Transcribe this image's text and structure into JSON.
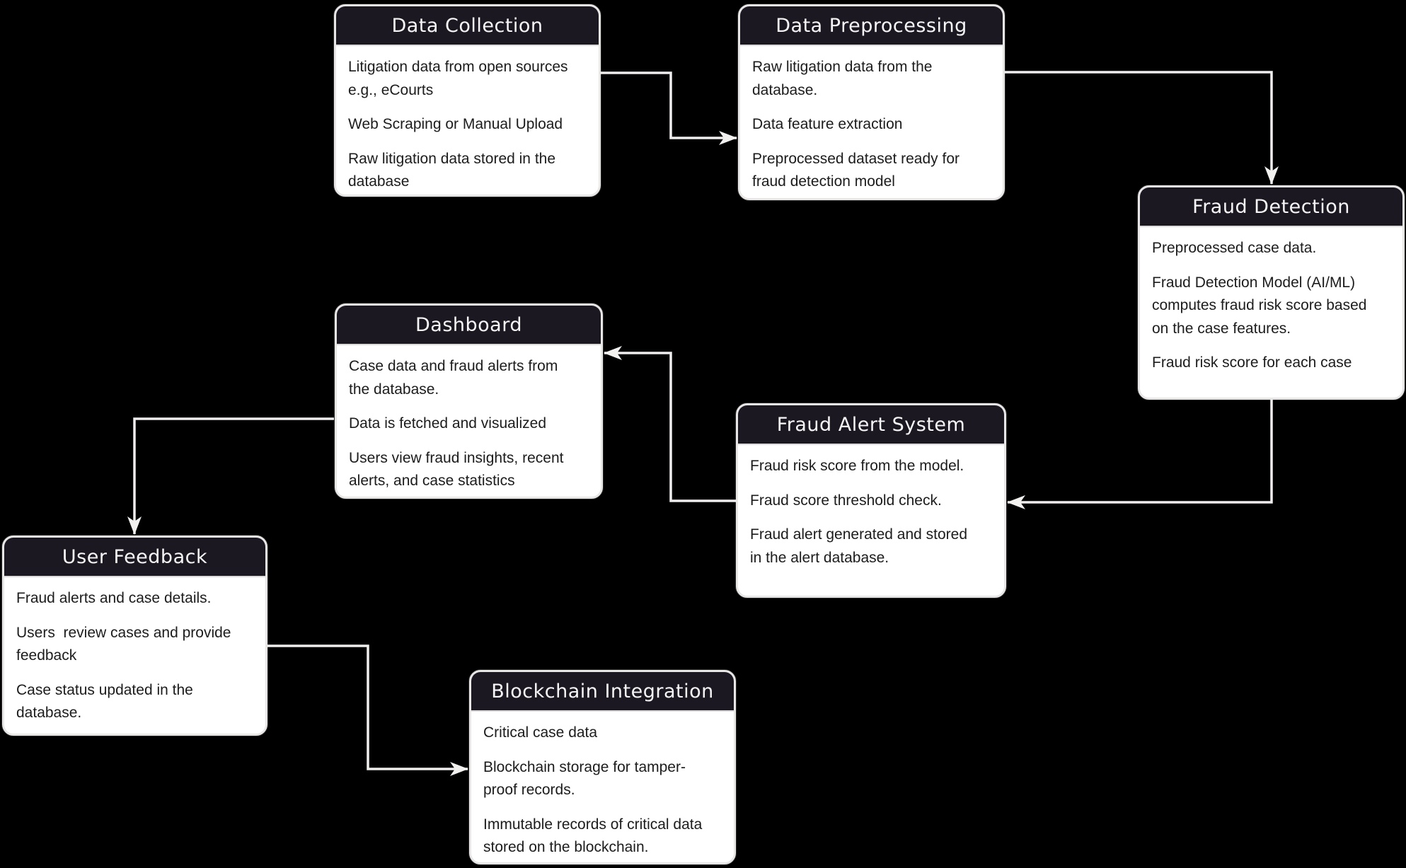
{
  "diagram": {
    "type": "flowchart",
    "background": "#000000"
  },
  "colors": {
    "node_header_bg": "#1b1822",
    "node_body_bg": "#ffffff",
    "node_border": "#e9e7e6",
    "header_text": "#f7f6f6",
    "body_text": "#1c1c1c",
    "edge": "#efeeed"
  },
  "nodes": [
    {
      "id": "data-collection",
      "title": "Data Collection",
      "items": [
        "Litigation data from open sources\ne.g., eCourts",
        "Web Scraping or Manual Upload",
        "Raw litigation data stored in the\ndatabase"
      ]
    },
    {
      "id": "data-preprocessing",
      "title": "Data Preprocessing",
      "items": [
        "Raw litigation data from the\ndatabase.",
        "Data feature extraction",
        "Preprocessed dataset ready for\nfraud detection model"
      ]
    },
    {
      "id": "fraud-detection",
      "title": "Fraud Detection",
      "items": [
        "Preprocessed case data.",
        "Fraud Detection Model (AI/ML)\ncomputes fraud risk score based\non the case features.",
        "Fraud risk score for each case"
      ]
    },
    {
      "id": "dashboard",
      "title": "Dashboard",
      "items": [
        "Case data and fraud alerts from\nthe database.",
        "Data is fetched and visualized",
        "Users view fraud insights, recent\nalerts, and case statistics"
      ]
    },
    {
      "id": "fraud-alert-system",
      "title": "Fraud Alert System",
      "items": [
        "Fraud risk score from the model.",
        "Fraud score threshold check.",
        "Fraud alert generated and stored\nin the alert database."
      ]
    },
    {
      "id": "user-feedback",
      "title": "User Feedback",
      "items": [
        "Fraud alerts and case details.",
        "Users  review cases and provide\nfeedback",
        "Case status updated in the\ndatabase."
      ]
    },
    {
      "id": "blockchain-integration",
      "title": "Blockchain Integration",
      "items": [
        "Critical case data",
        "Blockchain storage for tamper-\nproof records.",
        "Immutable records of critical data\nstored on the blockchain."
      ]
    }
  ],
  "edges": [
    {
      "from": "data-collection",
      "to": "data-preprocessing"
    },
    {
      "from": "data-preprocessing",
      "to": "fraud-detection"
    },
    {
      "from": "fraud-detection",
      "to": "fraud-alert-system"
    },
    {
      "from": "fraud-alert-system",
      "to": "dashboard"
    },
    {
      "from": "dashboard",
      "to": "user-feedback"
    },
    {
      "from": "user-feedback",
      "to": "blockchain-integration"
    }
  ]
}
